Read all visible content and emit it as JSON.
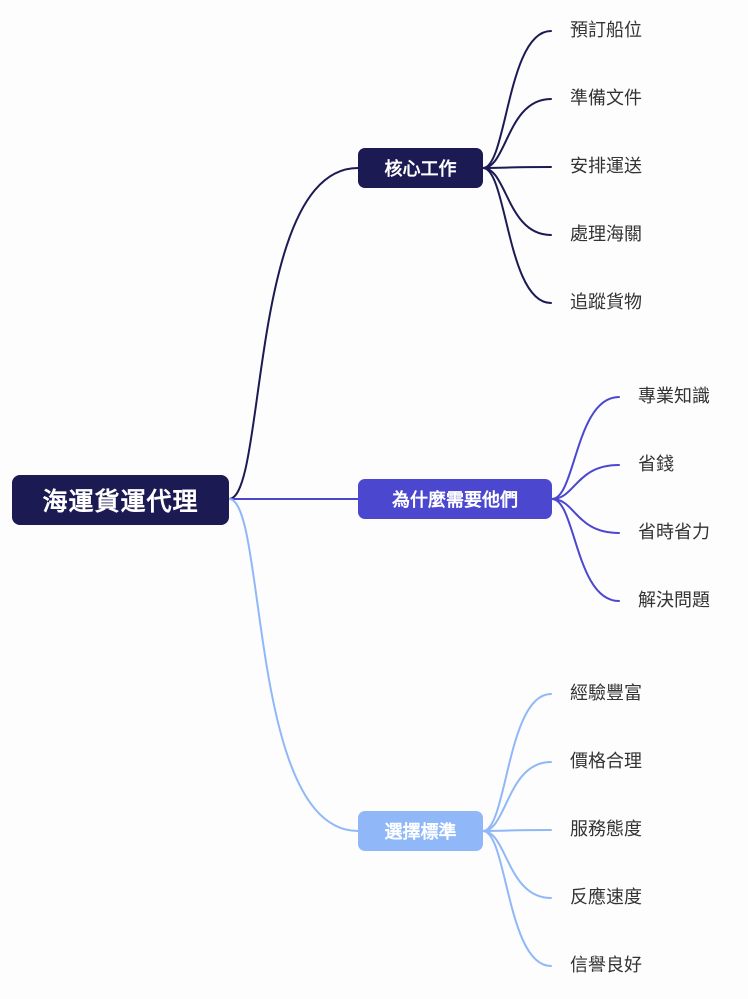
{
  "root": {
    "label": "海運貨運代理",
    "color": "#1c1a52"
  },
  "branches": [
    {
      "label": "核心工作",
      "color": "#1c1a52",
      "leaves": [
        "預訂船位",
        "準備文件",
        "安排運送",
        "處理海關",
        "追蹤貨物"
      ]
    },
    {
      "label": "為什麼需要他們",
      "color": "#4b47cf",
      "leaves": [
        "專業知識",
        "省錢",
        "省時省力",
        "解決問題"
      ]
    },
    {
      "label": "選擇標準",
      "color": "#90b8f8",
      "leaves": [
        "經驗豐富",
        "價格合理",
        "服務態度",
        "反應速度",
        "信譽良好"
      ]
    }
  ]
}
